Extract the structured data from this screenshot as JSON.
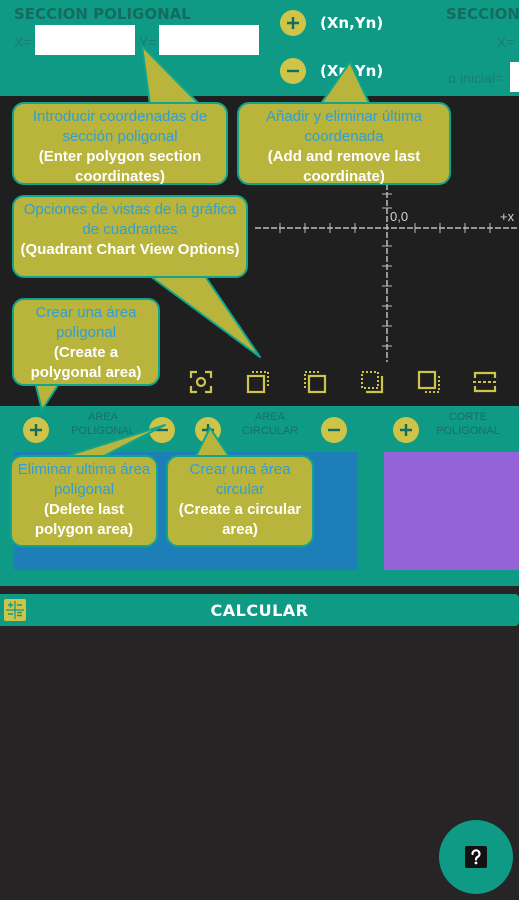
{
  "top": {
    "left_title": "SECCION POLIGONAL",
    "right_title": "SECCION",
    "x_label": "X=",
    "y_label": "Y=",
    "right_x_label": "X=",
    "alpha_label": "α inicial=",
    "x_value": "",
    "y_value": "",
    "add_coord_label": "(Xn,Yn)",
    "remove_coord_label": "(Xn,Yn)"
  },
  "chart": {
    "origin_label": "0,0",
    "x_axis_label": "+x"
  },
  "view_icons": [
    "center-focus-icon",
    "quadrant-1-icon",
    "quadrant-2-icon",
    "quadrant-3-icon",
    "quadrant-4-icon",
    "fit-horizontal-icon"
  ],
  "areas": {
    "polygonal_label": "AREA POLIGONAL",
    "circular_label": "AREA CIRCULAR",
    "cut_label": "CORTE POLIGONAL",
    "polygonal_color": "#1e7fb8",
    "cut_color": "#9463d8"
  },
  "calc": {
    "label": "CALCULAR"
  },
  "tips": {
    "coords": {
      "es": "Introducir coordenadas de sección poligonal",
      "en": "(Enter polygon section coordinates)"
    },
    "add_remove": {
      "es": "Añadir y eliminar última coordenada",
      "en": "(Add and remove last coordinate)"
    },
    "views": {
      "es": "Opciones de vistas de la gráfica de cuadrantes",
      "en": "(Quadrant Chart View Options)"
    },
    "create_poly": {
      "es": "Crear una área poligonal",
      "en": "(Create a polygonal area)"
    },
    "delete_poly": {
      "es": "Eliminar ultima área poligonal",
      "en": "(Delete last polygon area)"
    },
    "create_circ": {
      "es": "Crear una área circular",
      "en": "(Create a circular area)"
    }
  },
  "colors": {
    "teal": "#0f9a85",
    "accent": "#cfc44a",
    "tip": "#b8b43c",
    "background": "#262424"
  }
}
